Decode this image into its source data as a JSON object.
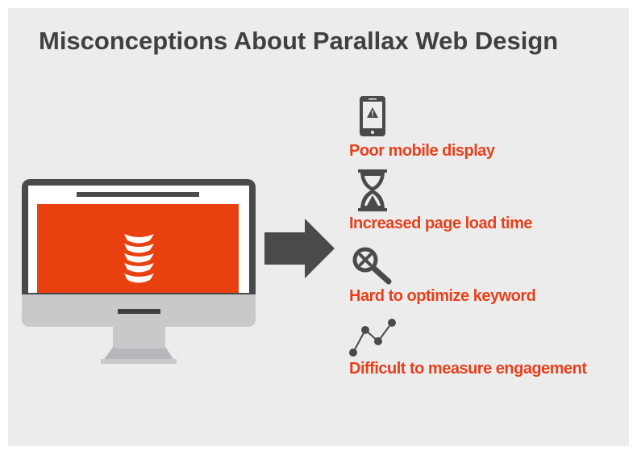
{
  "title": "Misconceptions About Parallax Web Design",
  "colors": {
    "accent": "#e8401c",
    "dark": "#4a4a4a",
    "background": "#ececec",
    "monitor_gray": "#c8c9cb"
  },
  "items": [
    {
      "icon": "mobile-warning-icon",
      "label": "Poor mobile display"
    },
    {
      "icon": "hourglass-icon",
      "label": "Increased page load time"
    },
    {
      "icon": "search-x-icon",
      "label": "Hard to optimize keyword"
    },
    {
      "icon": "line-chart-icon",
      "label": "Difficult to measure engagement"
    }
  ]
}
